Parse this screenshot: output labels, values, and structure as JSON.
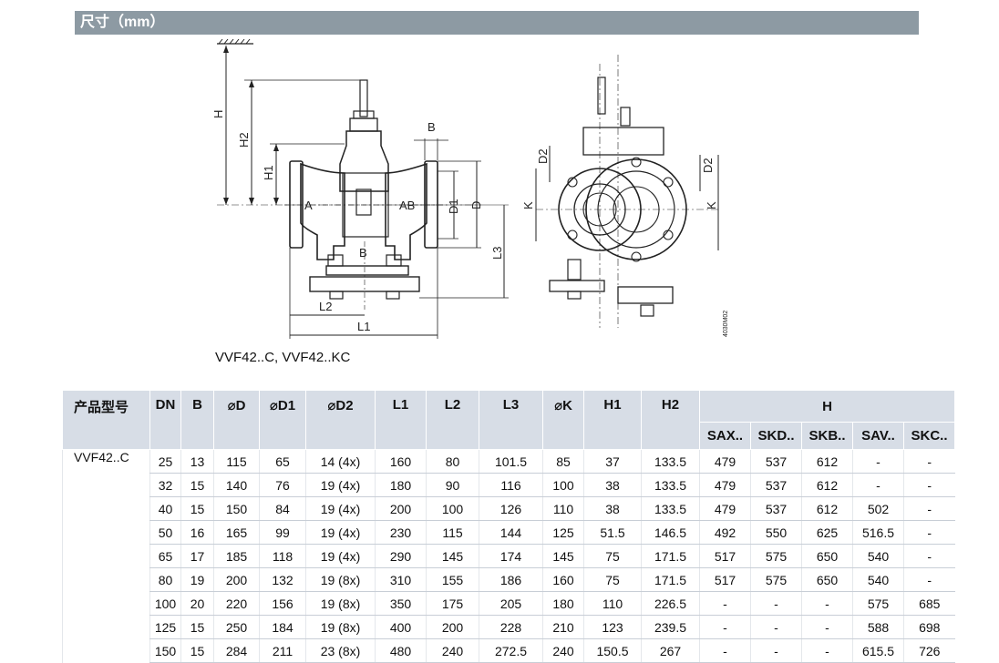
{
  "section": {
    "title": "尺寸（mm）"
  },
  "drawing": {
    "caption": "VVF42..C, VVF42..KC",
    "labels": {
      "H": "H",
      "H2": "H2",
      "H1": "H1",
      "B_top": "B",
      "A": "A",
      "AB": "AB",
      "B_bottom": "B",
      "D1": "D1",
      "D": "D",
      "L3": "L3",
      "L2": "L2",
      "L1": "L1",
      "K_left": "K",
      "D2_left": "D2",
      "D2_right": "D2",
      "K_right": "K",
      "code": "4030M02"
    }
  },
  "table": {
    "model_header": "产品型号",
    "columns": [
      "DN",
      "B",
      "⌀D",
      "⌀D1",
      "⌀D2",
      "L1",
      "L2",
      "L3",
      "⌀K",
      "H1",
      "H2"
    ],
    "h_group": "H",
    "h_sub": [
      "SAX..",
      "SKD..",
      "SKB..",
      "SAV..",
      "SKC.."
    ],
    "model": "VVF42..C",
    "rows": [
      [
        "25",
        "13",
        "115",
        "65",
        "14 (4x)",
        "160",
        "80",
        "101.5",
        "85",
        "37",
        "133.5",
        "479",
        "537",
        "612",
        "-",
        "-"
      ],
      [
        "32",
        "15",
        "140",
        "76",
        "19 (4x)",
        "180",
        "90",
        "116",
        "100",
        "38",
        "133.5",
        "479",
        "537",
        "612",
        "-",
        "-"
      ],
      [
        "40",
        "15",
        "150",
        "84",
        "19 (4x)",
        "200",
        "100",
        "126",
        "110",
        "38",
        "133.5",
        "479",
        "537",
        "612",
        "502",
        "-"
      ],
      [
        "50",
        "16",
        "165",
        "99",
        "19 (4x)",
        "230",
        "115",
        "144",
        "125",
        "51.5",
        "146.5",
        "492",
        "550",
        "625",
        "516.5",
        "-"
      ],
      [
        "65",
        "17",
        "185",
        "118",
        "19 (4x)",
        "290",
        "145",
        "174",
        "145",
        "75",
        "171.5",
        "517",
        "575",
        "650",
        "540",
        "-"
      ],
      [
        "80",
        "19",
        "200",
        "132",
        "19 (8x)",
        "310",
        "155",
        "186",
        "160",
        "75",
        "171.5",
        "517",
        "575",
        "650",
        "540",
        "-"
      ],
      [
        "100",
        "20",
        "220",
        "156",
        "19 (8x)",
        "350",
        "175",
        "205",
        "180",
        "110",
        "226.5",
        "-",
        "-",
        "-",
        "575",
        "685"
      ],
      [
        "125",
        "15",
        "250",
        "184",
        "19 (8x)",
        "400",
        "200",
        "228",
        "210",
        "123",
        "239.5",
        "-",
        "-",
        "-",
        "588",
        "698"
      ],
      [
        "150",
        "15",
        "284",
        "211",
        "23 (8x)",
        "480",
        "240",
        "272.5",
        "240",
        "150.5",
        "267",
        "-",
        "-",
        "-",
        "615.5",
        "726"
      ]
    ]
  }
}
